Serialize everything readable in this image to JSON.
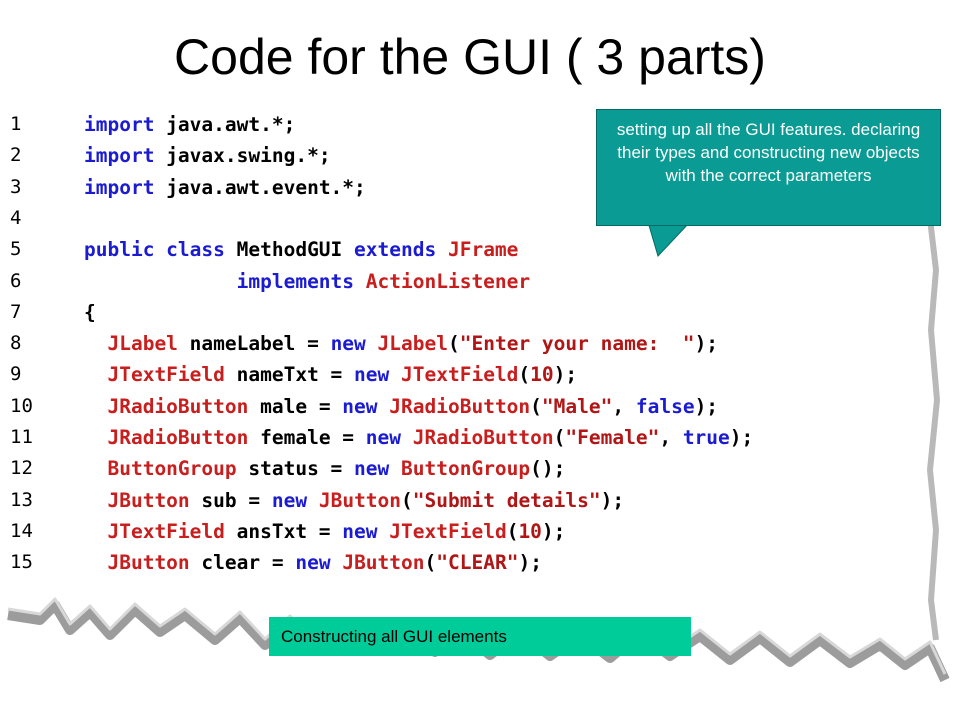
{
  "slide": {
    "title": "Code for the GUI ( 3 parts)",
    "callout": "setting up all the GUI features. declaring their types and constructing new objects with the correct parameters",
    "label": "Constructing all GUI elements"
  },
  "code": {
    "line_numbers": [
      "1",
      "2",
      "3",
      "4",
      "5",
      "6",
      "7",
      "8",
      "9",
      "10",
      "11",
      "12",
      "13",
      "14",
      "15"
    ],
    "lines": [
      [
        {
          "t": "import",
          "c": "kw"
        },
        {
          "t": " java.awt.*;",
          "c": "plain"
        }
      ],
      [
        {
          "t": "import",
          "c": "kw"
        },
        {
          "t": " javax.swing.*;",
          "c": "plain"
        }
      ],
      [
        {
          "t": "import",
          "c": "kw"
        },
        {
          "t": " java.awt.event.*;",
          "c": "plain"
        }
      ],
      [],
      [
        {
          "t": "public class",
          "c": "kw"
        },
        {
          "t": " MethodGUI ",
          "c": "plain"
        },
        {
          "t": "extends",
          "c": "kw"
        },
        {
          "t": " ",
          "c": "plain"
        },
        {
          "t": "JFrame",
          "c": "cls"
        }
      ],
      [
        {
          "t": "             ",
          "c": "plain"
        },
        {
          "t": "implements",
          "c": "kw"
        },
        {
          "t": " ",
          "c": "plain"
        },
        {
          "t": "ActionListener",
          "c": "cls"
        }
      ],
      [
        {
          "t": "{",
          "c": "plain"
        }
      ],
      [
        {
          "t": "  ",
          "c": "plain"
        },
        {
          "t": "JLabel",
          "c": "cls"
        },
        {
          "t": " nameLabel = ",
          "c": "plain"
        },
        {
          "t": "new",
          "c": "kw"
        },
        {
          "t": " ",
          "c": "plain"
        },
        {
          "t": "JLabel",
          "c": "cls"
        },
        {
          "t": "(",
          "c": "plain"
        },
        {
          "t": "\"Enter your name:  \"",
          "c": "str"
        },
        {
          "t": ");",
          "c": "plain"
        }
      ],
      [
        {
          "t": "  ",
          "c": "plain"
        },
        {
          "t": "JTextField",
          "c": "cls"
        },
        {
          "t": " nameTxt = ",
          "c": "plain"
        },
        {
          "t": "new",
          "c": "kw"
        },
        {
          "t": " ",
          "c": "plain"
        },
        {
          "t": "JTextField",
          "c": "cls"
        },
        {
          "t": "(",
          "c": "plain"
        },
        {
          "t": "10",
          "c": "str"
        },
        {
          "t": ");",
          "c": "plain"
        }
      ],
      [
        {
          "t": "  ",
          "c": "plain"
        },
        {
          "t": "JRadioButton",
          "c": "cls"
        },
        {
          "t": " male = ",
          "c": "plain"
        },
        {
          "t": "new",
          "c": "kw"
        },
        {
          "t": " ",
          "c": "plain"
        },
        {
          "t": "JRadioButton",
          "c": "cls"
        },
        {
          "t": "(",
          "c": "plain"
        },
        {
          "t": "\"Male\"",
          "c": "str"
        },
        {
          "t": ", ",
          "c": "plain"
        },
        {
          "t": "false",
          "c": "kw"
        },
        {
          "t": ");",
          "c": "plain"
        }
      ],
      [
        {
          "t": "  ",
          "c": "plain"
        },
        {
          "t": "JRadioButton",
          "c": "cls"
        },
        {
          "t": " female = ",
          "c": "plain"
        },
        {
          "t": "new",
          "c": "kw"
        },
        {
          "t": " ",
          "c": "plain"
        },
        {
          "t": "JRadioButton",
          "c": "cls"
        },
        {
          "t": "(",
          "c": "plain"
        },
        {
          "t": "\"Female\"",
          "c": "str"
        },
        {
          "t": ", ",
          "c": "plain"
        },
        {
          "t": "true",
          "c": "kw"
        },
        {
          "t": ");",
          "c": "plain"
        }
      ],
      [
        {
          "t": "  ",
          "c": "plain"
        },
        {
          "t": "ButtonGroup",
          "c": "cls"
        },
        {
          "t": " status = ",
          "c": "plain"
        },
        {
          "t": "new",
          "c": "kw"
        },
        {
          "t": " ",
          "c": "plain"
        },
        {
          "t": "ButtonGroup",
          "c": "cls"
        },
        {
          "t": "();",
          "c": "plain"
        }
      ],
      [
        {
          "t": "  ",
          "c": "plain"
        },
        {
          "t": "JButton",
          "c": "cls"
        },
        {
          "t": " sub = ",
          "c": "plain"
        },
        {
          "t": "new",
          "c": "kw"
        },
        {
          "t": " ",
          "c": "plain"
        },
        {
          "t": "JButton",
          "c": "cls"
        },
        {
          "t": "(",
          "c": "plain"
        },
        {
          "t": "\"Submit details\"",
          "c": "str"
        },
        {
          "t": ");",
          "c": "plain"
        }
      ],
      [
        {
          "t": "  ",
          "c": "plain"
        },
        {
          "t": "JTextField",
          "c": "cls"
        },
        {
          "t": " ansTxt = ",
          "c": "plain"
        },
        {
          "t": "new",
          "c": "kw"
        },
        {
          "t": " ",
          "c": "plain"
        },
        {
          "t": "JTextField",
          "c": "cls"
        },
        {
          "t": "(",
          "c": "plain"
        },
        {
          "t": "10",
          "c": "str"
        },
        {
          "t": ");",
          "c": "plain"
        }
      ],
      [
        {
          "t": "  ",
          "c": "plain"
        },
        {
          "t": "JButton",
          "c": "cls"
        },
        {
          "t": " clear = ",
          "c": "plain"
        },
        {
          "t": "new",
          "c": "kw"
        },
        {
          "t": " ",
          "c": "plain"
        },
        {
          "t": "JButton",
          "c": "cls"
        },
        {
          "t": "(",
          "c": "plain"
        },
        {
          "t": "\"CLEAR\"",
          "c": "str"
        },
        {
          "t": ");",
          "c": "plain"
        }
      ]
    ]
  },
  "colors": {
    "keyword": "#1b1bd1",
    "class_name": "#c81e1e",
    "string_literal": "#b01616",
    "callout_fill": "#099b94",
    "label_fill": "#00cc99"
  }
}
